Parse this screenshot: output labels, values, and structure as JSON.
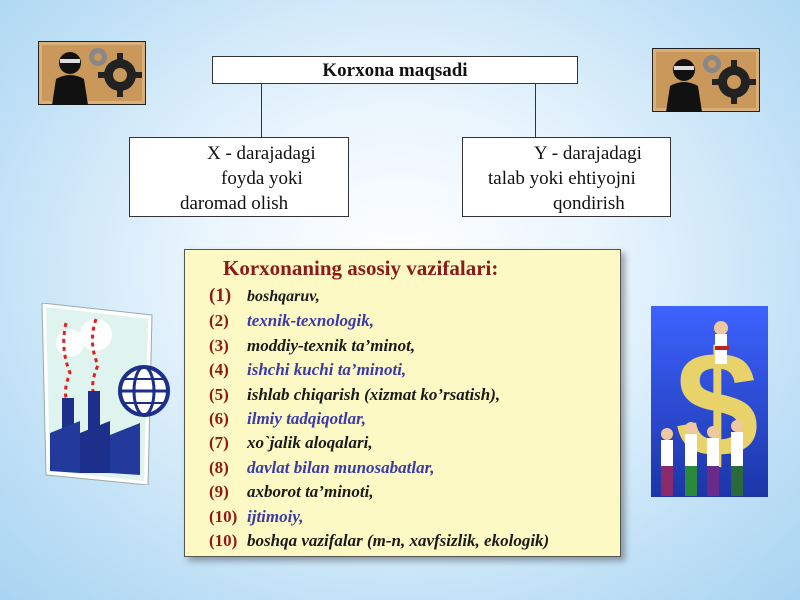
{
  "title": "Korxona  maqsadi",
  "x_box": {
    "lines": [
      "X - darajadagi",
      "foyda yoki",
      "daromad olish"
    ]
  },
  "y_box": {
    "lines": [
      "Y - darajadagi",
      "talab yoki ehtiyojni",
      "qondirish"
    ]
  },
  "tasks": {
    "heading": "Korxonaning asosiy vazifalari:",
    "items": [
      {
        "num": "(1)",
        "text": "boshqaruv,",
        "color": "#1a1a1a"
      },
      {
        "num": "(2)",
        "text": "texnik-texnologik,",
        "color": "#3a3aa8"
      },
      {
        "num": "(3)",
        "text": "moddiy-texnik ta’minot,",
        "color": "#1a1a1a"
      },
      {
        "num": "(4)",
        "text": "ishchi kuchi ta’minoti,",
        "color": "#3a3aa8"
      },
      {
        "num": "(5)",
        "text": "ishlab chiqarish (xizmat ko’rsatish),",
        "color": "#1a1a1a"
      },
      {
        "num": "(6)",
        "text": "ilmiy tadqiqotlar,",
        "color": "#3a3aa8"
      },
      {
        "num": "(7)",
        "text": "xo`jalik aloqalari,",
        "color": "#1a1a1a"
      },
      {
        "num": "(8)",
        "text": "davlat bilan munosabatlar,",
        "color": "#3a3aa8"
      },
      {
        "num": "(9)",
        "text": "axborot ta’minoti,",
        "color": "#1a1a1a"
      },
      {
        "num": "(10)",
        "text": "ijtimoiy,",
        "color": "#3a3aa8"
      },
      {
        "num": "(10)",
        "text": "boshqa vazifalar (m-n, xavfsizlik, ekologik)",
        "color": "#1a1a1a"
      }
    ]
  },
  "colors": {
    "heading": "#8b1a1a",
    "number": "#8b1a1a",
    "dark_text": "#1a1a1a",
    "blue_text": "#3a3aa8",
    "task_bg": "#fdf9c4"
  },
  "icons": [
    "person-gears-icon",
    "person-gears-icon",
    "factory-globe-icon",
    "business-people-dollar-icon"
  ]
}
